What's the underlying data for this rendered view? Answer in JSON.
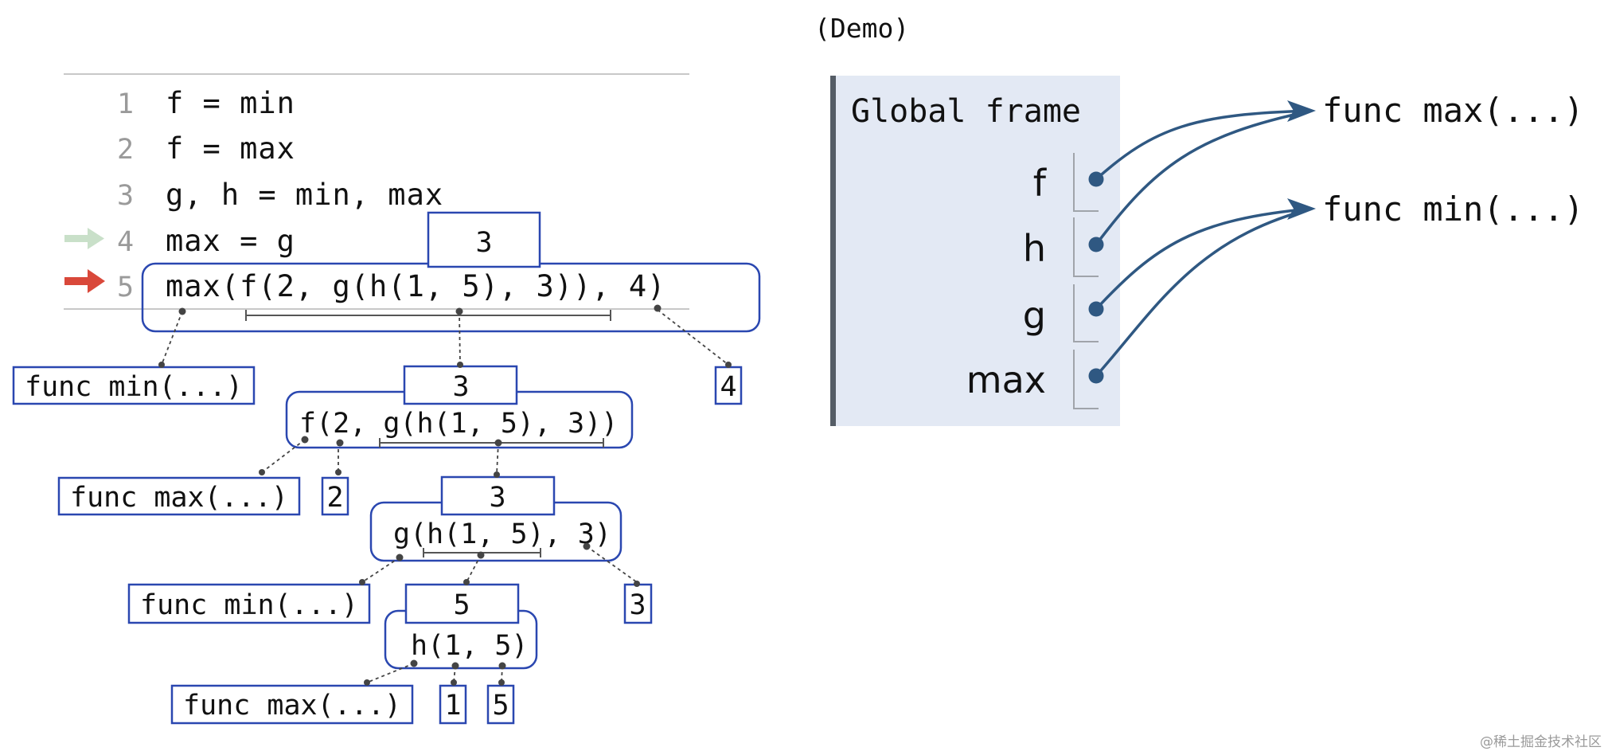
{
  "demo_label": "(Demo)",
  "code": {
    "lines": [
      {
        "no": "1",
        "text": "f = min"
      },
      {
        "no": "2",
        "text": "f = max"
      },
      {
        "no": "3",
        "text": "g, h = min, max"
      },
      {
        "no": "4",
        "text": "max = g"
      },
      {
        "no": "5",
        "text": "max(f(2, g(h(1, 5), 3)), 4)"
      }
    ],
    "prev_line_arrow_color": "#c9e0c9",
    "current_line_arrow_color": "#d9483a"
  },
  "tree": {
    "root_value": "3",
    "root_func": "func min(...)",
    "root_arg": "4",
    "f_call": {
      "value": "3",
      "expr": "f(2, g(h(1, 5), 3))",
      "func": "func max(...)",
      "arg": "2"
    },
    "g_call": {
      "value": "3",
      "expr": "g(h(1, 5), 3)",
      "func": "func min(...)",
      "arg": "3"
    },
    "h_call": {
      "value": "5",
      "expr": "h(1, 5)",
      "func": "func max(...)",
      "arg1": "1",
      "arg2": "5"
    }
  },
  "frame": {
    "title": "Global frame",
    "vars": [
      {
        "name": "f",
        "points_to": "func max(...)"
      },
      {
        "name": "h",
        "points_to": "func max(...)"
      },
      {
        "name": "g",
        "points_to": "func min(...)"
      },
      {
        "name": "max",
        "points_to": "func min(...)"
      }
    ],
    "objects": [
      "func max(...)",
      "func min(...)"
    ],
    "background": "#e3e9f4",
    "arrow_color": "#2f5882"
  },
  "watermark": "@稀土掘金技术社区"
}
